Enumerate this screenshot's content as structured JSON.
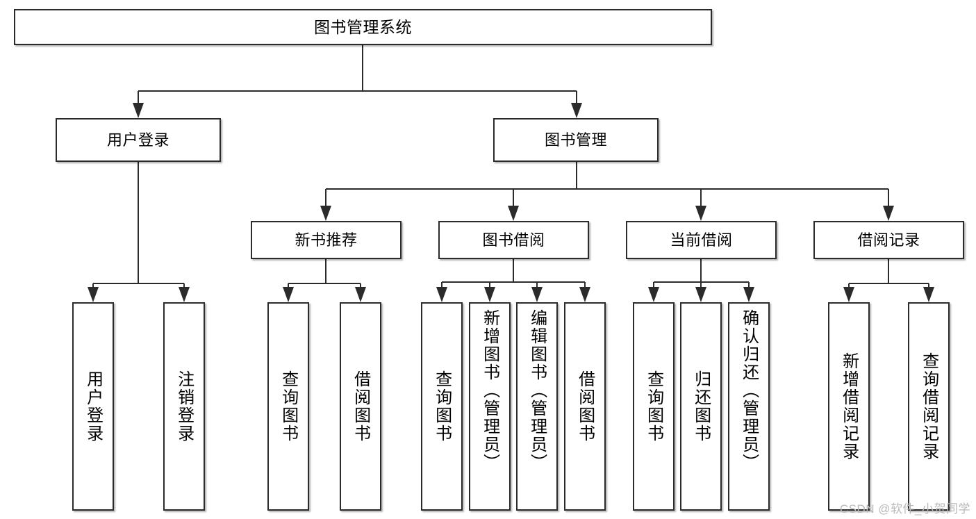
{
  "diagram": {
    "title": "图书管理系统",
    "type": "tree",
    "root": {
      "label": "图书管理系统"
    },
    "level2": [
      {
        "label": "用户登录"
      },
      {
        "label": "图书管理"
      }
    ],
    "level3": [
      {
        "label": "新书推荐"
      },
      {
        "label": "图书借阅"
      },
      {
        "label": "当前借阅"
      },
      {
        "label": "借阅记录"
      }
    ],
    "leaves": {
      "login": [
        {
          "label": "用户登录"
        },
        {
          "label": "注销登录"
        }
      ],
      "recommend": [
        {
          "label": "查询图书"
        },
        {
          "label": "借阅图书"
        }
      ],
      "borrow": [
        {
          "label": "查询图书"
        },
        {
          "label": "新增图书（管理员）"
        },
        {
          "label": "编辑图书（管理员）"
        },
        {
          "label": "借阅图书"
        }
      ],
      "current": [
        {
          "label": "查询图书"
        },
        {
          "label": "归还图书"
        },
        {
          "label": "确认归还（管理员）"
        }
      ],
      "record": [
        {
          "label": "新增借阅记录"
        },
        {
          "label": "查询借阅记录"
        }
      ]
    }
  },
  "watermark": {
    "text": "CSDN @软件_小贺同学"
  },
  "colors": {
    "stroke": "#2b2b2b",
    "background": "#ffffff",
    "text": "#000000",
    "watermark": "#b9b9b9"
  }
}
